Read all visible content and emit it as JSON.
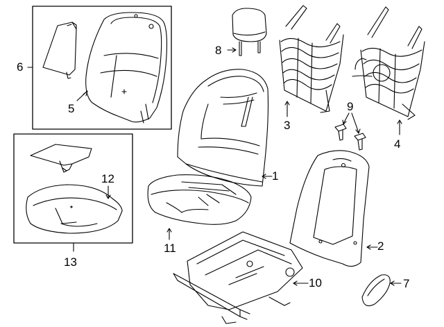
{
  "callouts": {
    "p1": "1",
    "p2": "2",
    "p3": "3",
    "p4": "4",
    "p5": "5",
    "p6": "6",
    "p7": "7",
    "p8": "8",
    "p9": "9",
    "p10": "10",
    "p11": "11",
    "p12": "12",
    "p13": "13"
  },
  "colors": {
    "line": "#000000",
    "background": "#ffffff"
  }
}
